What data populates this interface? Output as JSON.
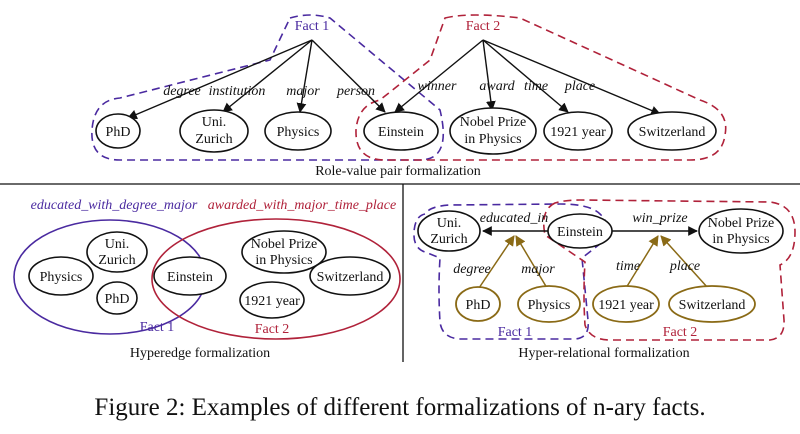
{
  "top": {
    "fact1_label": "Fact 1",
    "fact2_label": "Fact 2",
    "edge_labels": {
      "degree": "degree",
      "institution": "institution",
      "major": "major",
      "person": "person",
      "winner": "winner",
      "award": "award",
      "time": "time",
      "place": "place"
    },
    "nodes": {
      "phd": "PhD",
      "uni_line1": "Uni.",
      "uni_line2": "Zurich",
      "physics": "Physics",
      "einstein": "Einstein",
      "nobel_line1": "Nobel Prize",
      "nobel_line2": "in Physics",
      "year": "1921 year",
      "switzerland": "Switzerland"
    },
    "title": "Role-value pair formalization"
  },
  "left": {
    "rel1": "educated_with_degree_major",
    "rel2": "awarded_with_major_time_place",
    "nodes": {
      "uni_line1": "Uni.",
      "uni_line2": "Zurich",
      "physics": "Physics",
      "phd": "PhD",
      "einstein": "Einstein",
      "nobel_line1": "Nobel Prize",
      "nobel_line2": "in Physics",
      "switzerland": "Switzerland",
      "year": "1921 year"
    },
    "fact1_label": "Fact 1",
    "fact2_label": "Fact 2",
    "title": "Hyperedge formalization"
  },
  "right": {
    "nodes": {
      "uni_line1": "Uni.",
      "uni_line2": "Zurich",
      "einstein": "Einstein",
      "nobel_line1": "Nobel Prize",
      "nobel_line2": "in Physics",
      "phd": "PhD",
      "physics": "Physics",
      "year": "1921 year",
      "switzerland": "Switzerland"
    },
    "edge_labels": {
      "educated_in": "educated_in",
      "win_prize": "win_prize",
      "degree": "degree",
      "major": "major",
      "time": "time",
      "place": "place"
    },
    "fact1_label": "Fact 1",
    "fact2_label": "Fact 2",
    "title": "Hyper-relational formalization"
  },
  "caption": "Figure 2: Examples of different formalizations of n-ary facts.",
  "colors": {
    "purple": "#4a2aa0",
    "red": "#b0223a",
    "gold": "#8a6a16",
    "black": "#111111"
  }
}
